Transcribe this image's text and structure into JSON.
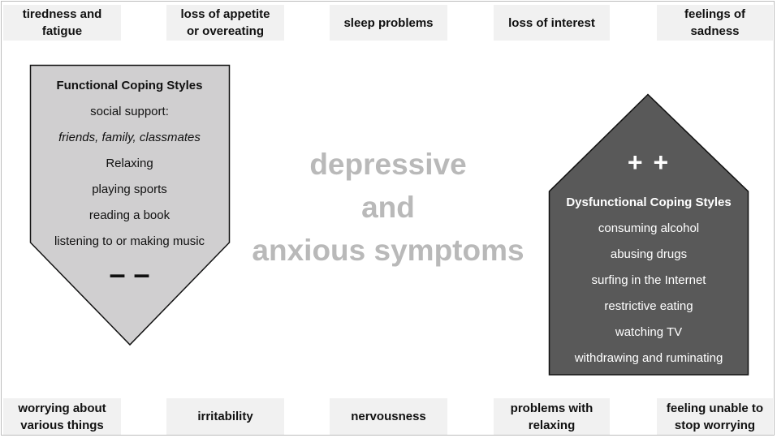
{
  "top_symptoms": [
    "tiredness and\nfatigue",
    "loss of appetite\nor overeating",
    "sleep problems",
    "loss of interest",
    "feelings of\nsadness"
  ],
  "bottom_symptoms": [
    "worrying about\nvarious things",
    "irritability",
    "nervousness",
    "problems with\nrelaxing",
    "feeling unable to\nstop worrying"
  ],
  "center_label": [
    "depressive",
    "and",
    "anxious symptoms"
  ],
  "functional": {
    "title": "Functional Coping Styles",
    "items": [
      "social support:",
      "friends, family, classmates",
      "Relaxing",
      "playing sports",
      "reading a book",
      "listening to or making music"
    ],
    "sign": "– –"
  },
  "dysfunctional": {
    "sign": "+ +",
    "title": "Dysfunctional Coping Styles",
    "items": [
      "consuming alcohol",
      "abusing drugs",
      "surfing in the Internet",
      "restrictive eating",
      "watching TV",
      "withdrawing and ruminating"
    ]
  },
  "colors": {
    "functional_fill": "#d0cfd0",
    "dysfunctional_fill": "#595959",
    "symptom_box": "#f1f1f1",
    "center_text": "#b9b9b9"
  }
}
